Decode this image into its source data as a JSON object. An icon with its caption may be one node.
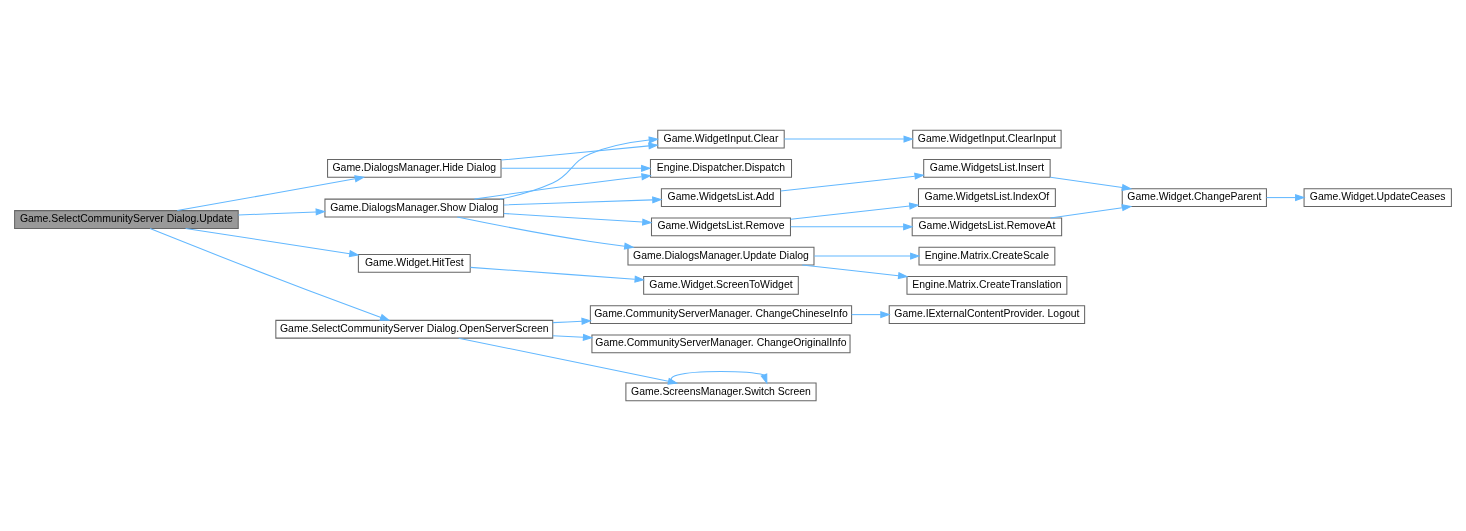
{
  "diagram": {
    "nodes": [
      {
        "text": [
          "Game.SelectCommunityServer Dialog.Update"
        ]
      },
      {
        "text": [
          "Game.DialogsManager.Hide Dialog"
        ]
      },
      {
        "text": [
          "Game.DialogsManager.Show Dialog"
        ]
      },
      {
        "text": [
          "Game.Widget.HitTest"
        ]
      },
      {
        "text": [
          "Game.SelectCommunityServer Dialog.OpenServerScreen"
        ]
      },
      {
        "text": [
          "Engine.Dispatcher.Dispatch"
        ]
      },
      {
        "text": [
          "Game.WidgetInput.Clear"
        ]
      },
      {
        "text": [
          "Game.WidgetsList.Remove"
        ]
      },
      {
        "text": [
          "Game.WidgetsList.Add"
        ]
      },
      {
        "text": [
          "Game.DialogsManager.Update Dialog"
        ]
      },
      {
        "text": [
          "Game.Widget.ScreenToWidget"
        ]
      },
      {
        "text": [
          "Game.CommunityServerManager. ChangeChineseInfo"
        ]
      },
      {
        "text": [
          "Game.CommunityServerManager. ChangeOriginalInfo"
        ]
      },
      {
        "text": [
          "Game.ScreensManager.Switch Screen"
        ]
      },
      {
        "text": [
          "Game.WidgetInput.ClearInput"
        ]
      },
      {
        "text": [
          "Game.WidgetsList.RemoveAt"
        ]
      },
      {
        "text": [
          "Game.WidgetsList.IndexOf"
        ]
      },
      {
        "text": [
          "Game.WidgetsList.Insert"
        ]
      },
      {
        "text": [
          "Engine.Matrix.CreateTranslation"
        ]
      },
      {
        "text": [
          "Engine.Matrix.CreateScale"
        ]
      },
      {
        "text": [
          "Game.IExternalContentProvider. Logout"
        ]
      },
      {
        "text": [
          "Game.Widget.ChangeParent"
        ]
      },
      {
        "text": [
          "Game.Widget.UpdateCeases"
        ]
      }
    ],
    "edges": [
      {
        "from": 0,
        "to": 1,
        "arrow": "to"
      },
      {
        "from": 0,
        "to": 2,
        "arrow": "to"
      },
      {
        "from": 0,
        "to": 3,
        "arrow": "to"
      },
      {
        "from": 0,
        "to": 4,
        "arrow": "to"
      },
      {
        "from": 1,
        "to": 5,
        "arrow": "to"
      },
      {
        "from": 1,
        "to": 6,
        "arrow": "to"
      },
      {
        "from": 2,
        "to": 5,
        "arrow": "to"
      },
      {
        "from": 2,
        "to": 6,
        "arrow": "to"
      },
      {
        "from": 2,
        "to": 7,
        "arrow": "to"
      },
      {
        "from": 2,
        "to": 8,
        "arrow": "to"
      },
      {
        "from": 2,
        "to": 9,
        "arrow": "to"
      },
      {
        "from": 3,
        "to": 10,
        "arrow": "to"
      },
      {
        "from": 4,
        "to": 11,
        "arrow": "to"
      },
      {
        "from": 4,
        "to": 12,
        "arrow": "to"
      },
      {
        "from": 4,
        "to": 13,
        "arrow": "to"
      },
      {
        "from": 6,
        "to": 14,
        "arrow": "to"
      },
      {
        "from": 7,
        "to": 15,
        "arrow": "to"
      },
      {
        "from": 7,
        "to": 16,
        "arrow": "to"
      },
      {
        "from": 8,
        "to": 17,
        "arrow": "to"
      },
      {
        "from": 9,
        "to": 18,
        "arrow": "to"
      },
      {
        "from": 9,
        "to": 19,
        "arrow": "to"
      },
      {
        "from": 11,
        "to": 20,
        "arrow": "to"
      },
      {
        "from": 13,
        "to": 13,
        "arrow": "to"
      },
      {
        "from": 15,
        "to": 21,
        "arrow": "to"
      },
      {
        "from": 17,
        "to": 21,
        "arrow": "to"
      },
      {
        "from": 21,
        "to": 22,
        "arrow": "to"
      }
    ]
  }
}
